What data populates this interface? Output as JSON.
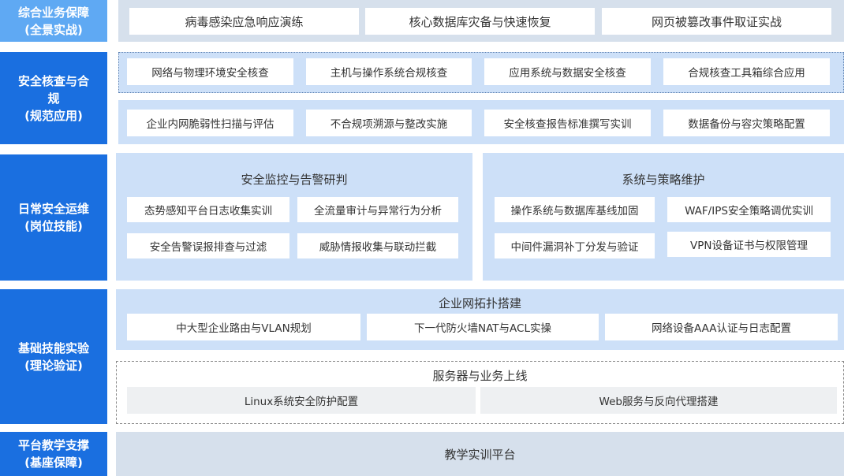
{
  "rows": {
    "comprehensive": {
      "label": [
        "综合业务保障",
        "(全景实战)"
      ],
      "items": [
        "病毒感染应急响应演练",
        "核心数据库灾备与快速恢复",
        "网页被篡改事件取证实战"
      ]
    },
    "compliance": {
      "label": [
        "安全核查与合",
        "规",
        "(规范应用)"
      ],
      "row1": [
        "网络与物理环境安全核查",
        "主机与操作系统合规核查",
        "应用系统与数据安全核查",
        "合规核查工具箱综合应用"
      ],
      "row2": [
        "企业内网脆弱性扫描与评估",
        "不合规项溯源与整改实施",
        "安全核查报告标准撰写实训",
        "数据备份与容灾策略配置"
      ]
    },
    "daily_ops": {
      "label": [
        "日常安全运维",
        "(岗位技能)"
      ],
      "left": {
        "title": "安全监控与告警研判",
        "items": [
          "态势感知平台日志收集实训",
          "全流量审计与异常行为分析",
          "安全告警误报排查与过滤",
          "威胁情报收集与联动拦截"
        ]
      },
      "right": {
        "title": "系统与策略维护",
        "items": [
          "操作系统与数据库基线加固",
          "WAF/IPS安全策略调优实训",
          "中间件漏洞补丁分发与验证",
          "VPN设备证书与权限管理"
        ]
      }
    },
    "basic_skills": {
      "label": [
        "基础技能实验",
        "(理论验证)"
      ],
      "network": {
        "title": "企业网拓扑搭建",
        "items": [
          "中大型企业路由与VLAN规划",
          "下一代防火墙NAT与ACL实操",
          "网络设备AAA认证与日志配置"
        ]
      },
      "server": {
        "title": "服务器与业务上线",
        "items": [
          "Linux系统安全防护配置",
          "Web服务与反向代理搭建"
        ]
      }
    },
    "platform": {
      "label": [
        "平台教学支撑",
        "(基座保障)"
      ],
      "item": "教学实训平台"
    }
  },
  "colors": {
    "label_dark": "#1a6fe0",
    "label_light": "#5fa9f3",
    "panel": "#cde0f8",
    "panel_gray": "#d6e0ec"
  }
}
